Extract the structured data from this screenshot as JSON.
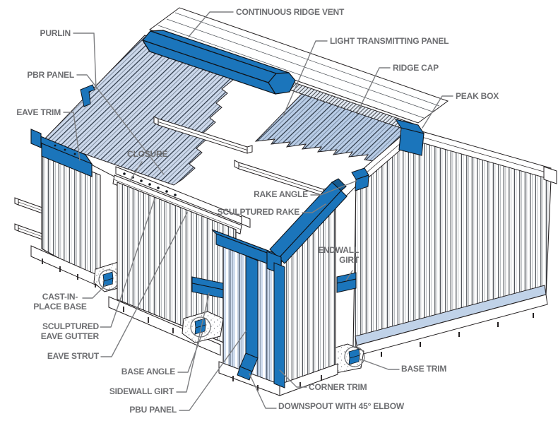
{
  "diagram": {
    "description": "Isometric cutaway diagram of a metal building system with component callouts",
    "colors": {
      "accent_blue": "#1b75bb",
      "panel_light_blue": "#cdd9ec",
      "ltp_blue": "#b9cde7",
      "label_gray": "#6d6e71",
      "leader_gray": "#7d7e81",
      "line_black": "#231f20"
    },
    "labels": [
      {
        "id": "continuous-ridge-vent",
        "text": "CONTINUOUS RIDGE VENT"
      },
      {
        "id": "purlin",
        "text": "PURLIN"
      },
      {
        "id": "pbr-panel",
        "text": "PBR PANEL"
      },
      {
        "id": "eave-trim",
        "text": "EAVE TRIM"
      },
      {
        "id": "light-transmitting-panel",
        "text": "LIGHT TRANSMITTING PANEL"
      },
      {
        "id": "ridge-cap",
        "text": "RIDGE CAP"
      },
      {
        "id": "peak-box",
        "text": "PEAK BOX"
      },
      {
        "id": "closure",
        "text": "CLOSURE"
      },
      {
        "id": "rake-angle",
        "text": "RAKE ANGLE"
      },
      {
        "id": "sculptured-rake",
        "text": "SCULPTURED RAKE"
      },
      {
        "id": "endwall-girt",
        "text": "ENDWALL\nGIRT"
      },
      {
        "id": "cast-in-place-base",
        "text": "CAST-IN-\nPLACE BASE"
      },
      {
        "id": "sculptured-eave-gutter",
        "text": "SCULPTURED\nEAVE GUTTER"
      },
      {
        "id": "eave-strut",
        "text": "EAVE STRUT"
      },
      {
        "id": "base-angle",
        "text": "BASE ANGLE"
      },
      {
        "id": "sidewall-girt",
        "text": "SIDEWALL GIRT"
      },
      {
        "id": "pbu-panel",
        "text": "PBU PANEL"
      },
      {
        "id": "downspout",
        "text": "DOWNSPOUT WITH 45° ELBOW"
      },
      {
        "id": "corner-trim",
        "text": "CORNER TRIM"
      },
      {
        "id": "base-trim",
        "text": "BASE TRIM"
      }
    ]
  }
}
